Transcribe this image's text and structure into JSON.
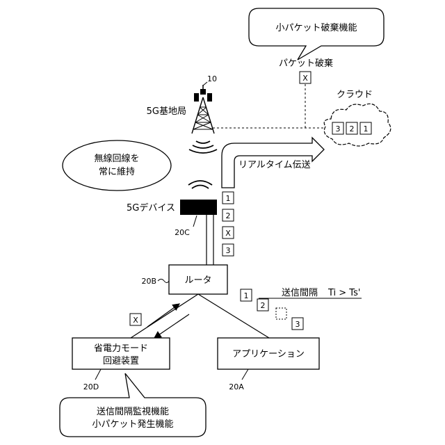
{
  "bubble_top": {
    "text": "小パケット破棄機能"
  },
  "packet_discard": {
    "label": "パケット破棄",
    "box": "X"
  },
  "tower": {
    "ref": "10",
    "label": "5G基地局"
  },
  "cloud": {
    "label": "クラウド",
    "packets": [
      "3",
      "2",
      "1"
    ]
  },
  "realtime": {
    "label": "リアルタイム伝送"
  },
  "ellipse": {
    "line1": "無線回線を",
    "line2": "常に維持"
  },
  "device": {
    "label": "5Gデバイス",
    "ref": "20C"
  },
  "stream": {
    "packets": [
      "1",
      "2",
      "X",
      "3"
    ]
  },
  "router": {
    "label": "ルータ",
    "ref": "20B"
  },
  "interval": {
    "label": "送信間隔",
    "formula": "Ti > Ts'",
    "packets": [
      "1",
      "2",
      "3"
    ]
  },
  "left_box": {
    "line1": "省電力モード",
    "line2": "回避装置",
    "ref": "20D",
    "packet": "X"
  },
  "app_box": {
    "label": "アプリケーション",
    "ref": "20A"
  },
  "bubble_bottom": {
    "line1": "送信間隔監視機能",
    "line2": "小パケット発生機能"
  }
}
